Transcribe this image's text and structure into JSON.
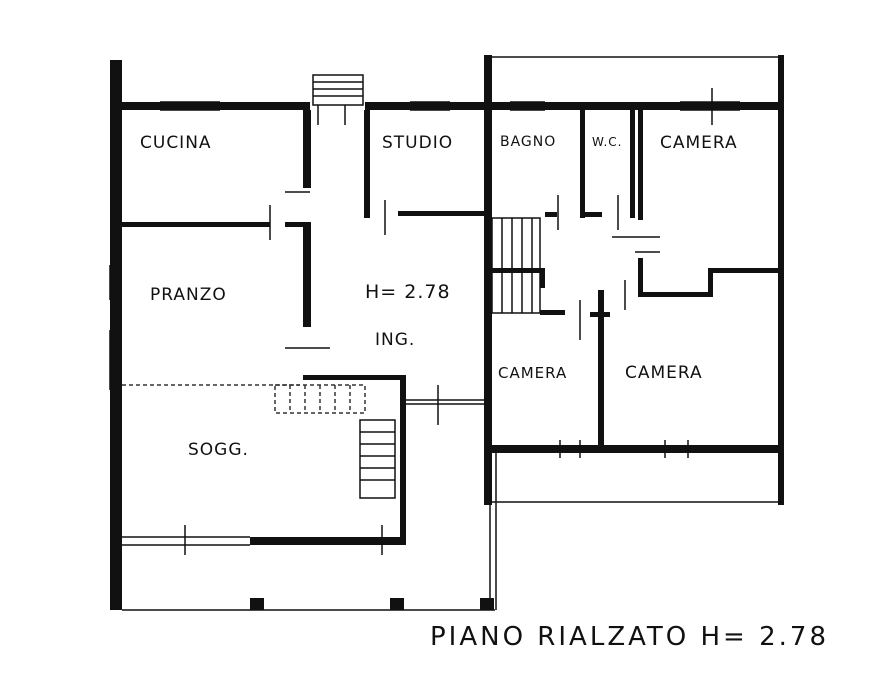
{
  "rooms": {
    "cucina": "CUCINA",
    "studio": "STUDIO",
    "bagno": "BAGNO",
    "wc": "W.C.",
    "camera_top": "CAMERA",
    "pranzo": "PRANZO",
    "height": "H= 2.78",
    "ingresso": "ING.",
    "camera_left": "CAMERA",
    "camera_right": "CAMERA",
    "soggiorno": "SOGG."
  },
  "caption": "PIANO RIALZATO  H= 2.78"
}
